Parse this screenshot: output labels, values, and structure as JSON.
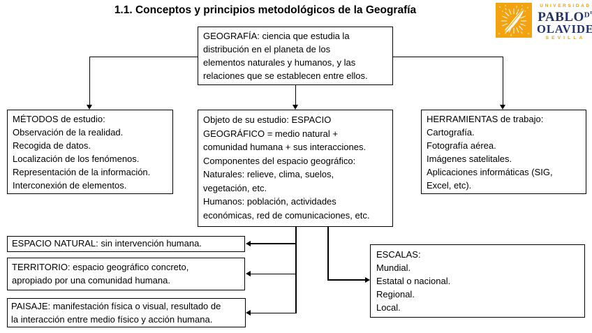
{
  "title": "1.1. Conceptos y principios metodológicos de la Geografía",
  "logo": {
    "universidad": "UNIVERSIDAD",
    "pablo": "PABLO",
    "de_small": "D",
    "de_sup": "E",
    "olavide": "OLAVIDE",
    "sevilla": "SEVILLA",
    "colors": {
      "orange": "#EF9E00",
      "navy": "#25336B",
      "sun_square": "#F2A30F"
    }
  },
  "colors": {
    "background": "#FFFFFF",
    "box_border": "#000000",
    "text": "#000000"
  },
  "boxes": {
    "geografia": {
      "lines": [
        "GEOGRAFÍA: ciencia que estudia la",
        "distribución en el planeta de los",
        "elementos naturales y humanos, y las",
        "relaciones que se establecen entre ellos."
      ]
    },
    "metodos": {
      "lines": [
        "MÉTODOS de estudio:",
        "Observación de la realidad.",
        "Recogida de datos.",
        "Localización de los fenómenos.",
        "Representación de la información.",
        "Interconexión de elementos."
      ]
    },
    "objeto": {
      "lines": [
        "Objeto de su estudio: ESPACIO",
        "GEOGRÁFICO = medio natural +",
        "comunidad humana + sus interacciones.",
        "Componentes del espacio geográfico:",
        "Naturales: relieve, clima, suelos,",
        "vegetación, etc.",
        "Humanos: población, actividades",
        "económicas, red de comunicaciones, etc."
      ]
    },
    "herramientas": {
      "lines": [
        "HERRAMIENTAS de trabajo:",
        "Cartografía.",
        "Fotografía aérea.",
        "Imágenes satelitales.",
        "Aplicaciones informáticas (SIG,",
        "Excel, etc)."
      ]
    },
    "espacio_natural": {
      "lines": [
        "ESPACIO NATURAL: sin intervención humana."
      ]
    },
    "territorio": {
      "lines": [
        "TERRITORIO: espacio geográfico concreto,",
        "apropiado por una comunidad humana."
      ]
    },
    "paisaje": {
      "lines": [
        "PAISAJE: manifestación física o visual, resultado de",
        "la interacción entre medio físico y acción humana."
      ]
    },
    "escalas": {
      "lines": [
        "ESCALAS:",
        "Mundial.",
        "Estatal o nacional.",
        "Regional.",
        "Local."
      ]
    }
  }
}
